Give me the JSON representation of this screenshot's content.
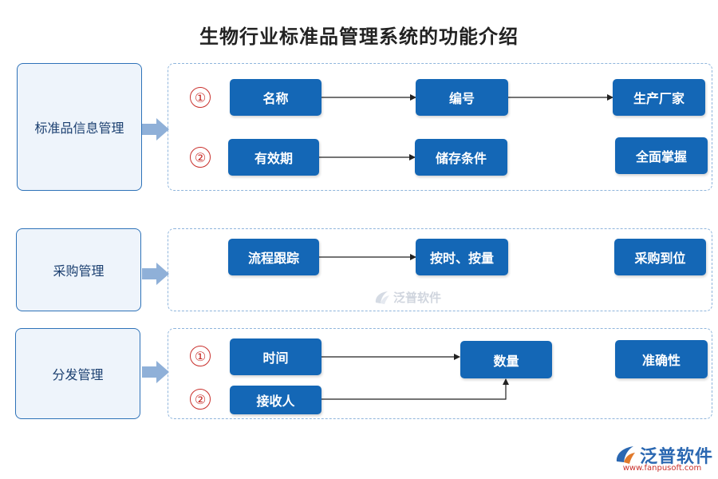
{
  "title": "生物行业标准品管理系统的功能介绍",
  "sections": [
    {
      "category": "标准品信息管理",
      "badges": [
        "①",
        "②"
      ],
      "nodes": [
        "名称",
        "编号",
        "生产厂家",
        "有效期",
        "储存条件",
        "全面掌握"
      ]
    },
    {
      "category": "采购管理",
      "nodes": [
        "流程跟踪",
        "按时、按量",
        "采购到位"
      ]
    },
    {
      "category": "分发管理",
      "badges": [
        "①",
        "②"
      ],
      "nodes": [
        "时间",
        "数量",
        "准确性",
        "接收人"
      ]
    }
  ],
  "watermark": {
    "name": "泛普软件",
    "icon": "fanpu-logo-icon"
  },
  "logo": {
    "name": "泛普软件",
    "url": "www.fanpusoft.com",
    "icon": "fanpu-logo-icon"
  },
  "colors": {
    "node": "#1467b6",
    "category_border": "#2e72b8",
    "category_fill": "#eef4fb",
    "group_border": "#8fb5dc",
    "arrow_block": "#8fb0d8",
    "badge": "#c9302c",
    "connector": "#222222"
  }
}
